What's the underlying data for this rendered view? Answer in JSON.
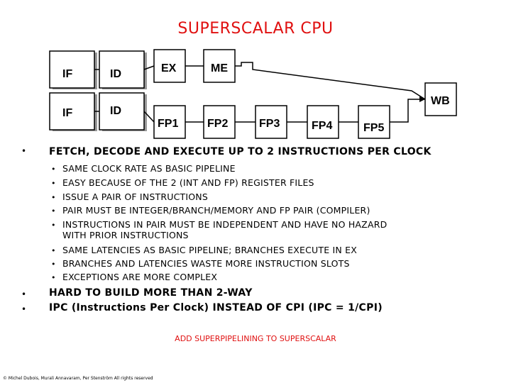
{
  "title": "SUPERSCALAR CPU",
  "diagram": {
    "int_pipe": [
      "IF",
      "ID",
      "EX",
      "ME"
    ],
    "fp_pipe": [
      "IF",
      "ID",
      "FP1",
      "FP2",
      "FP3",
      "FP4",
      "FP5"
    ],
    "writeback": "WB"
  },
  "main_bullet": "FETCH, DECODE AND EXECUTE UP TO 2 INSTRUCTIONS PER CLOCK",
  "sub_bullets": [
    "SAME CLOCK RATE AS BASIC PIPELINE",
    "EASY BECAUSE OF THE 2 (INT AND FP) REGISTER FILES",
    "ISSUE A PAIR OF INSTRUCTIONS",
    "PAIR MUST BE INTEGER/BRANCH/MEMORY AND FP PAIR (COMPILER)",
    "INSTRUCTIONS IN PAIR MUST BE INDEPENDENT AND HAVE NO HAZARD",
    "WITH PRIOR INSTRUCTIONS",
    "SAME LATENCIES AS BASIC PIPELINE; BRANCHES EXECUTE IN EX",
    "BRANCHES AND LATENCIES WASTE MORE INSTRUCTION SLOTS",
    "EXCEPTIONS ARE MORE COMPLEX"
  ],
  "bottom_bullets": [
    "HARD TO BUILD MORE THAN 2-WAY",
    "IPC (Instructions Per Clock) INSTEAD OF CPI (IPC = 1/CPI)"
  ],
  "footer_note": "ADD SUPERPIPELINING TO SUPERSCALAR",
  "credit": "© Michel Dubois, Murali Annavaram, Per Stenström All rights reserved"
}
